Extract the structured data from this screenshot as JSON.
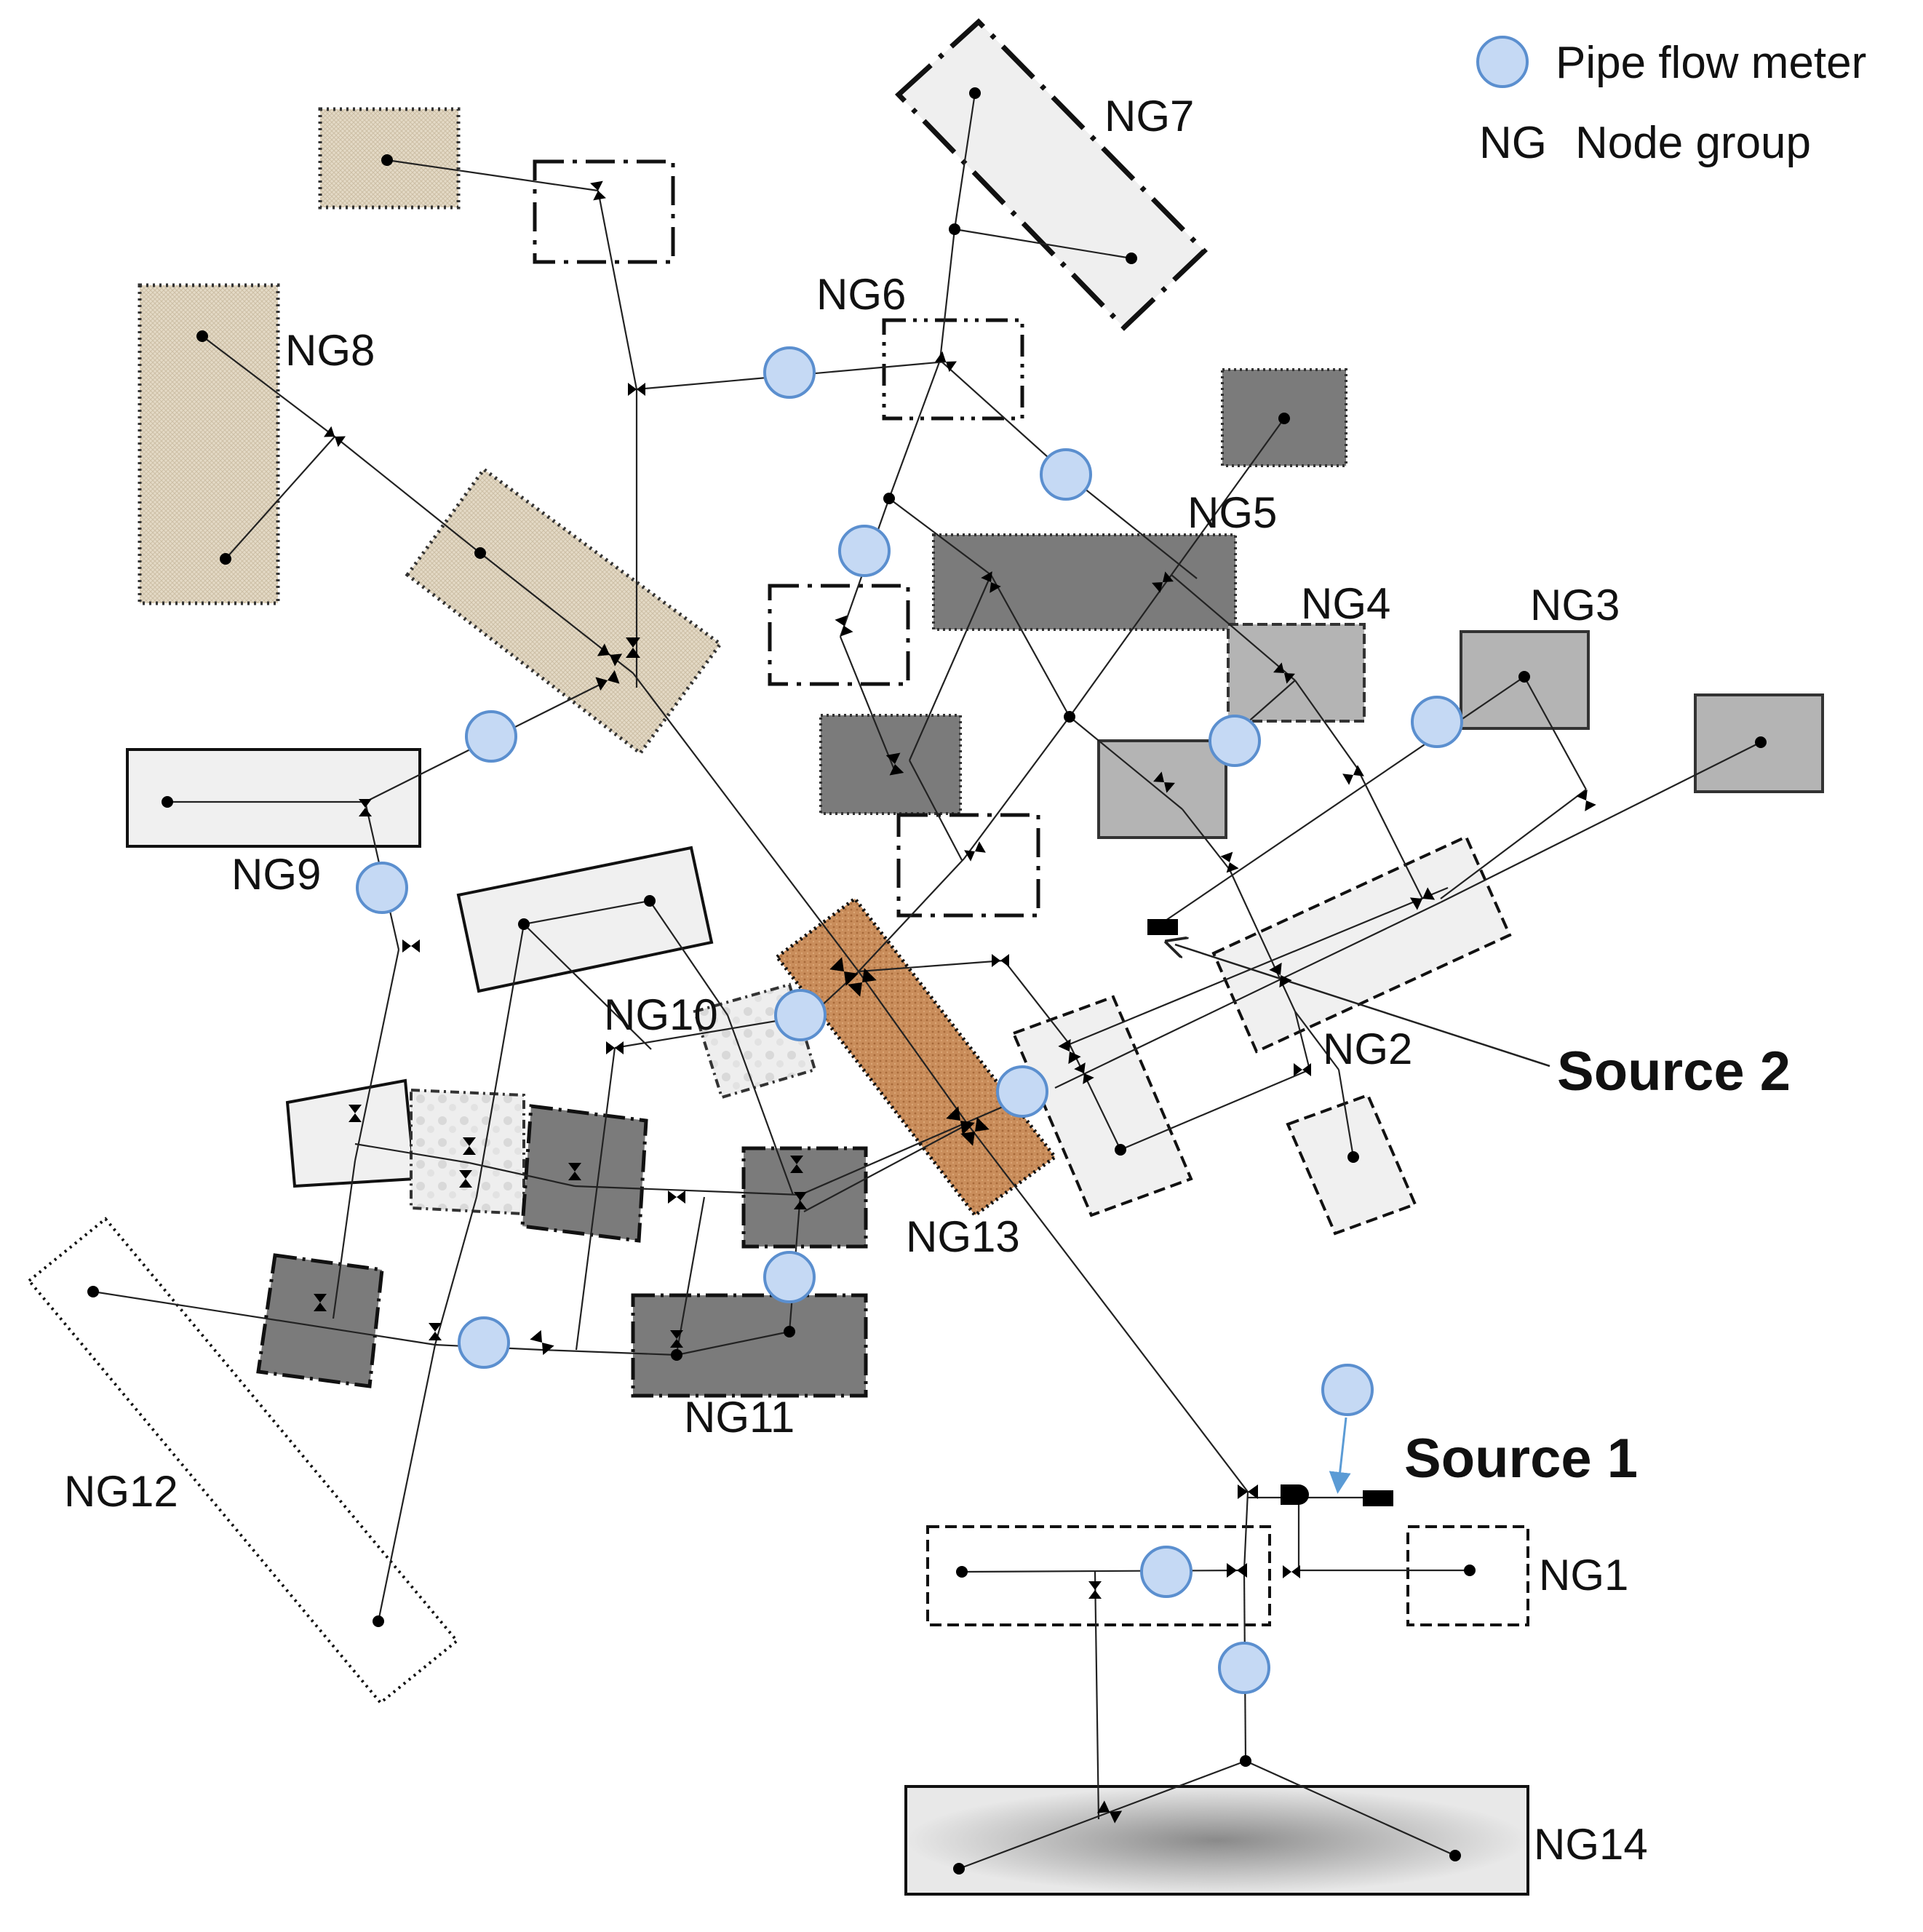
{
  "legend": {
    "meter_label": "Pipe flow meter",
    "ng_abbrev": "NG",
    "ng_label": "Node group"
  },
  "groups": {
    "ng1": "NG1",
    "ng2": "NG2",
    "ng3": "NG3",
    "ng4": "NG4",
    "ng5": "NG5",
    "ng6": "NG6",
    "ng7": "NG7",
    "ng8": "NG8",
    "ng9": "NG9",
    "ng10": "NG10",
    "ng11": "NG11",
    "ng12": "NG12",
    "ng13": "NG13",
    "ng14": "NG14"
  },
  "sources": {
    "source1": "Source 1",
    "source2": "Source 2"
  },
  "colors": {
    "meter_fill": "#c5d9f4",
    "meter_stroke": "#5b8fcf",
    "dark_gray": "#7a7a7a",
    "mid_gray": "#b5b5b5",
    "light_gray": "#f0f0f0",
    "tan_texture": "#e3d8c4",
    "brown_texture": "#c48a58",
    "meter_arrow": "#5b9bd5"
  }
}
